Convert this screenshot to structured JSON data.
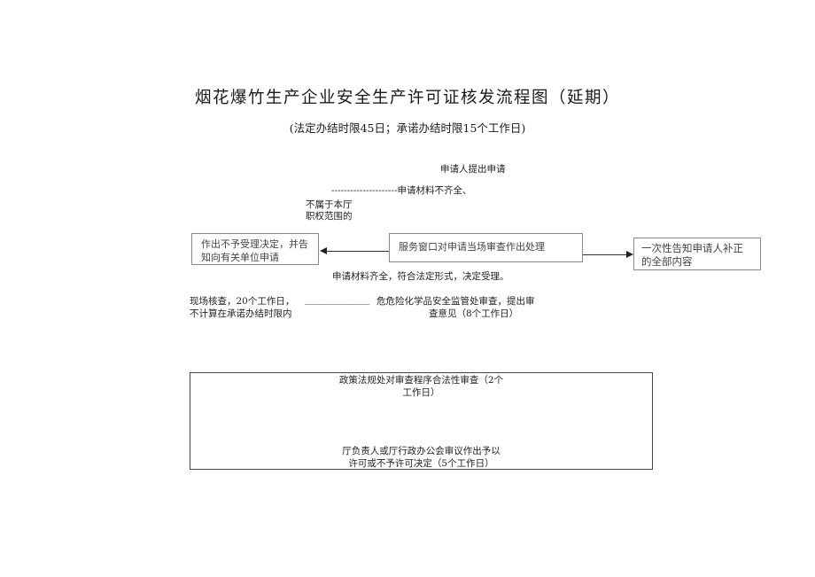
{
  "header": {
    "title": "烟花爆竹生产企业安全生产许可证核发流程图（延期）",
    "subtitle": "(法定办结时限45日；承诺办结时限15个工作日)"
  },
  "flow": {
    "applicant_submits": "申请人提出申请",
    "incomplete_materials": "---------------------申请材料不齐全、",
    "not_in_scope_line1": "不属于本厅",
    "not_in_scope_line2": "职权范围的",
    "reject_box_line1": "作出不予受理决定，并告",
    "reject_box_line2": "知向有关单位申请",
    "service_window_box": "服务窗口对申请当场审查作出处理",
    "notify_box_line1": "一次性告知申请人补正",
    "notify_box_line2": "的全部内容",
    "accepted_text": "申请材料齐全，符合法定形式，决定受理。",
    "site_check_line1": "现场核查，20个工作日，",
    "site_check_line2": "不计算在承诺办结时限内",
    "connector_line": "______________",
    "hazchem_review_line1": "危危险化学品安全监管处审查，提出审",
    "hazchem_review_line2": "查意见（8个工作日）",
    "legal_review_line1": "政策法规处对审查程序合法性审查（2个",
    "legal_review_line2": "工作日）",
    "decision_line1": "厅负责人或厅行政办公会审议作出予以",
    "decision_line2": "许可或不予许可决定（5个工作日）"
  }
}
